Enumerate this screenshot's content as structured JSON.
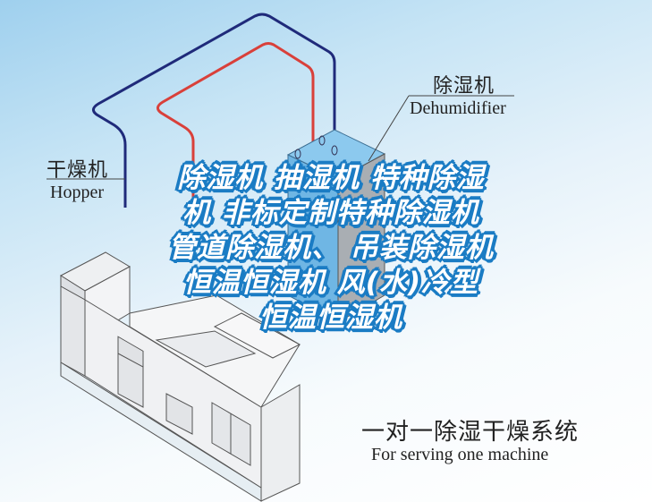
{
  "labels": {
    "dehumidifier_cn": "除湿机",
    "dehumidifier_en": "Dehumidifier",
    "hopper_cn": "干燥机",
    "hopper_en": "Hopper",
    "system_cn": "一对一除湿干燥系统",
    "system_en": "For serving one machine"
  },
  "overlay": {
    "lines": [
      "除湿机  抽湿机  特种除湿",
      "机  非标定制特种除湿机",
      "管道除湿机、 吊装除湿机",
      "恒温恒湿机  风(水)冷型",
      "恒温恒湿机"
    ]
  },
  "colors": {
    "supply_pipe": "#1f2a7a",
    "return_pipe": "#d9403a",
    "dehumidifier_body": "#7cc0ea",
    "overlay_stroke": "#1b7cc4"
  }
}
